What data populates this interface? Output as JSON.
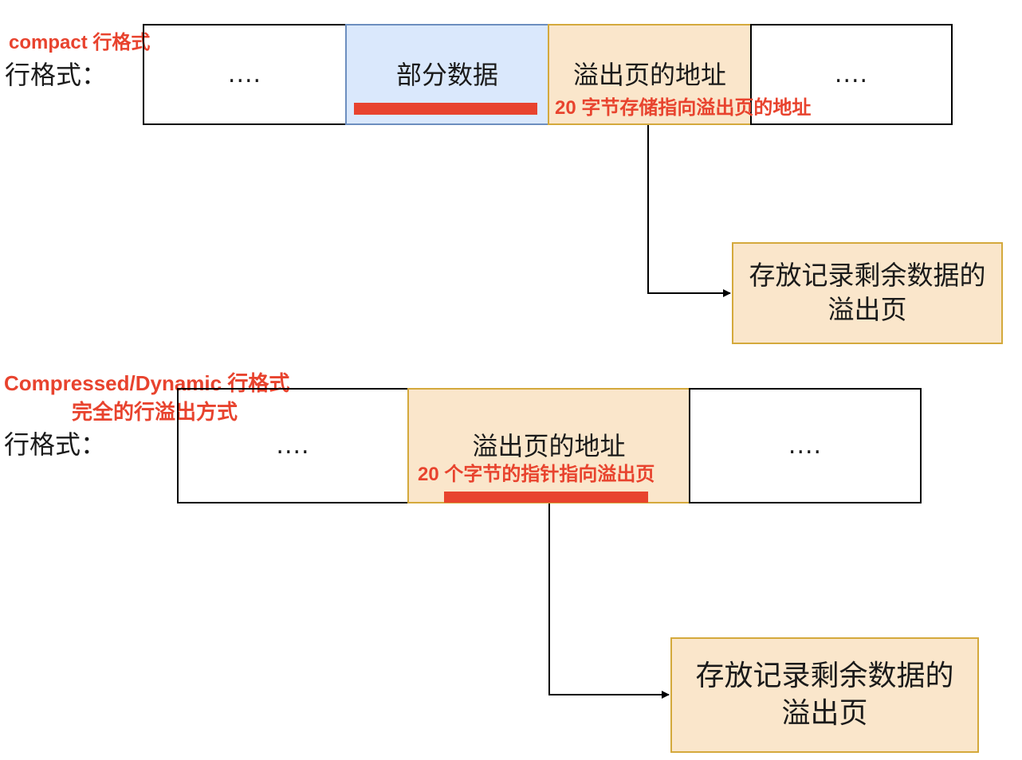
{
  "compact": {
    "title": "compact 行格式",
    "row_label": "行格式：",
    "cells": {
      "left": "....",
      "partial": "部分数据",
      "overflow_addr": "溢出页的地址",
      "right": "...."
    },
    "annotation": "20 字节存储指向溢出页的地址",
    "overflow_page": {
      "line1": "存放记录剩余数据的",
      "line2": "溢出页"
    }
  },
  "dynamic": {
    "title": "Compressed/Dynamic 行格式",
    "subtitle": "完全的行溢出方式",
    "row_label": "行格式：",
    "cells": {
      "left": "....",
      "overflow_addr": "溢出页的地址",
      "right": "...."
    },
    "annotation": "20 个字节的指针指向溢出页",
    "overflow_page": {
      "line1": "存放记录剩余数据的",
      "line2": "溢出页"
    }
  },
  "colors": {
    "accent_red": "#e8432e",
    "blue_fill": "#dae8fc",
    "blue_stroke": "#6c8ebf",
    "orange_fill": "#fae6cb",
    "orange_stroke": "#d4a93c"
  }
}
